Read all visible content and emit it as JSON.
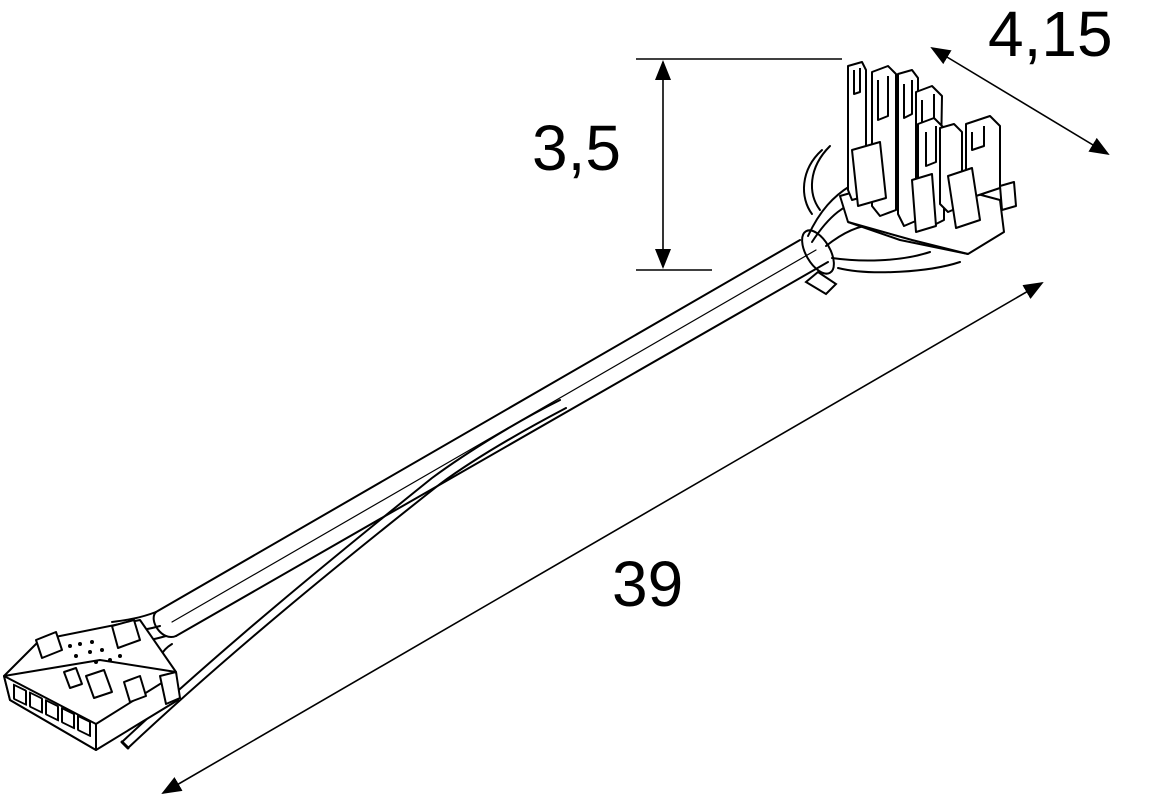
{
  "dimensions": {
    "height_label": "3,5",
    "width_label": "4,15",
    "length_label": "39"
  },
  "colors": {
    "line": "#000000",
    "background": "#ffffff"
  }
}
